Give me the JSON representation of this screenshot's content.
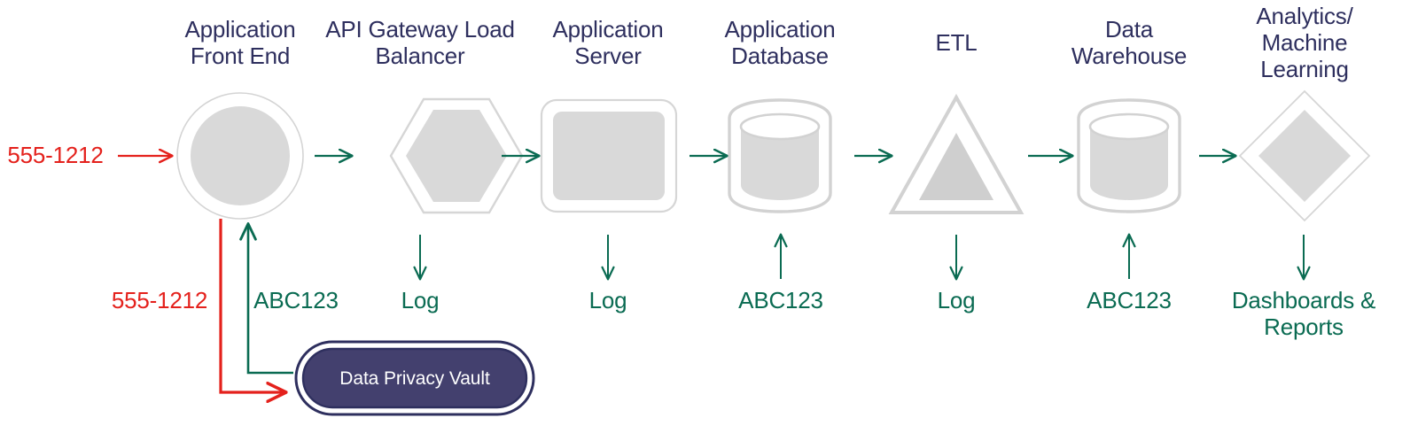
{
  "diagram": {
    "title_color": "#2e2f5e",
    "flow_green": "#0a6b52",
    "flow_red": "#e4211c",
    "shape_fill": "#d9d9d9",
    "shape_stroke": "#d4d4d4",
    "vault_fill": "#43406e",
    "vault_stroke": "#2e2f5e",
    "nodes": [
      {
        "id": "app-front-end",
        "label": "Application\nFront End",
        "shape": "circle"
      },
      {
        "id": "api-gateway",
        "label": "API Gateway Load\nBalancer",
        "shape": "hexagon"
      },
      {
        "id": "app-server",
        "label": "Application\nServer",
        "shape": "rounded-rect"
      },
      {
        "id": "app-database",
        "label": "Application\nDatabase",
        "shape": "cylinder"
      },
      {
        "id": "etl",
        "label": "ETL",
        "shape": "triangle"
      },
      {
        "id": "data-warehouse",
        "label": "Data\nWarehouse",
        "shape": "cylinder"
      },
      {
        "id": "analytics-ml",
        "label": "Analytics/\nMachine\nLearning",
        "shape": "diamond"
      }
    ],
    "flow_labels": [
      {
        "id": "inbound-phone",
        "text": "555-1212",
        "color": "red",
        "direction": "right"
      },
      {
        "id": "vault-in-phone",
        "text": "555-1212",
        "color": "red",
        "direction": "down-right"
      },
      {
        "id": "vault-out-token",
        "text": "ABC123",
        "color": "green",
        "direction": "up"
      },
      {
        "id": "gateway-log",
        "text": "Log",
        "color": "green",
        "direction": "down"
      },
      {
        "id": "server-log",
        "text": "Log",
        "color": "green",
        "direction": "down"
      },
      {
        "id": "database-token",
        "text": "ABC123",
        "color": "green",
        "direction": "up"
      },
      {
        "id": "etl-log",
        "text": "Log",
        "color": "green",
        "direction": "down"
      },
      {
        "id": "warehouse-token",
        "text": "ABC123",
        "color": "green",
        "direction": "up"
      },
      {
        "id": "analytics-output",
        "text": "Dashboards &\nReports",
        "color": "green",
        "direction": "down"
      }
    ],
    "vault": {
      "label": "Data Privacy Vault"
    }
  }
}
